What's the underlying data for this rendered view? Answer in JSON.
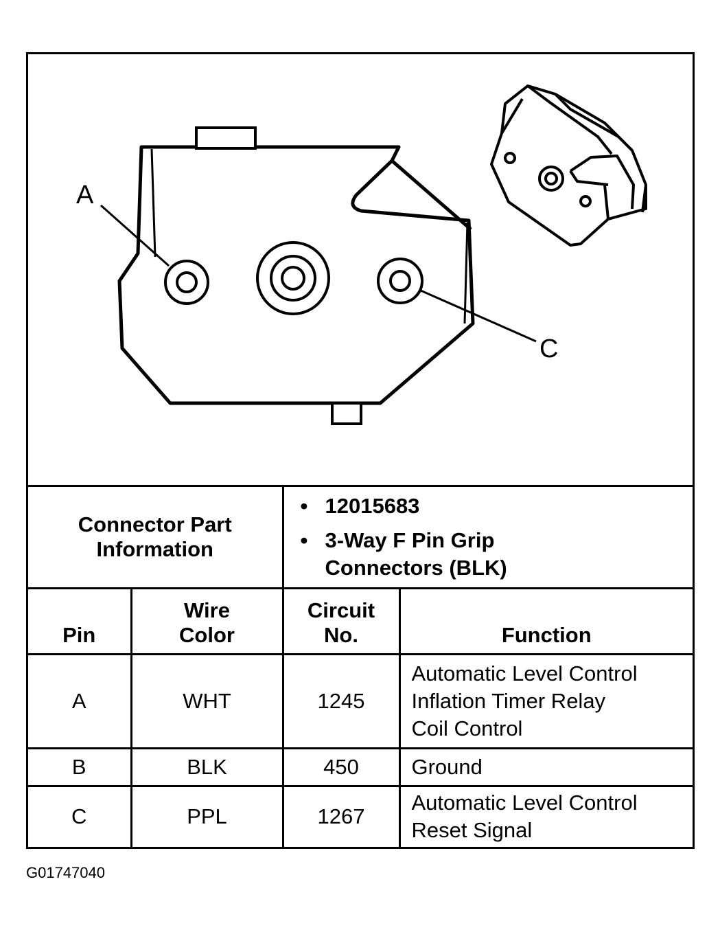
{
  "diagram": {
    "label_a": "A",
    "label_c": "C"
  },
  "connector_info": {
    "label_line1": "Connector Part",
    "label_line2": "Information",
    "part_number": "12015683",
    "description_line1": "3-Way F Pin Grip",
    "description_line2": "Connectors (BLK)"
  },
  "table": {
    "headers": {
      "pin": "Pin",
      "wire_color_line1": "Wire",
      "wire_color_line2": "Color",
      "circuit_line1": "Circuit",
      "circuit_line2": "No.",
      "function": "Function"
    },
    "rows": [
      {
        "pin": "A",
        "wire": "WHT",
        "circuit": "1245",
        "function": [
          "Automatic Level Control",
          "Inflation Timer Relay",
          "Coil Control"
        ]
      },
      {
        "pin": "B",
        "wire": "BLK",
        "circuit": "450",
        "function": [
          "Ground"
        ]
      },
      {
        "pin": "C",
        "wire": "PPL",
        "circuit": "1267",
        "function": [
          "Automatic Level Control",
          "Reset Signal"
        ]
      }
    ]
  },
  "figure_code": "G01747040",
  "bullet_glyph": "•"
}
